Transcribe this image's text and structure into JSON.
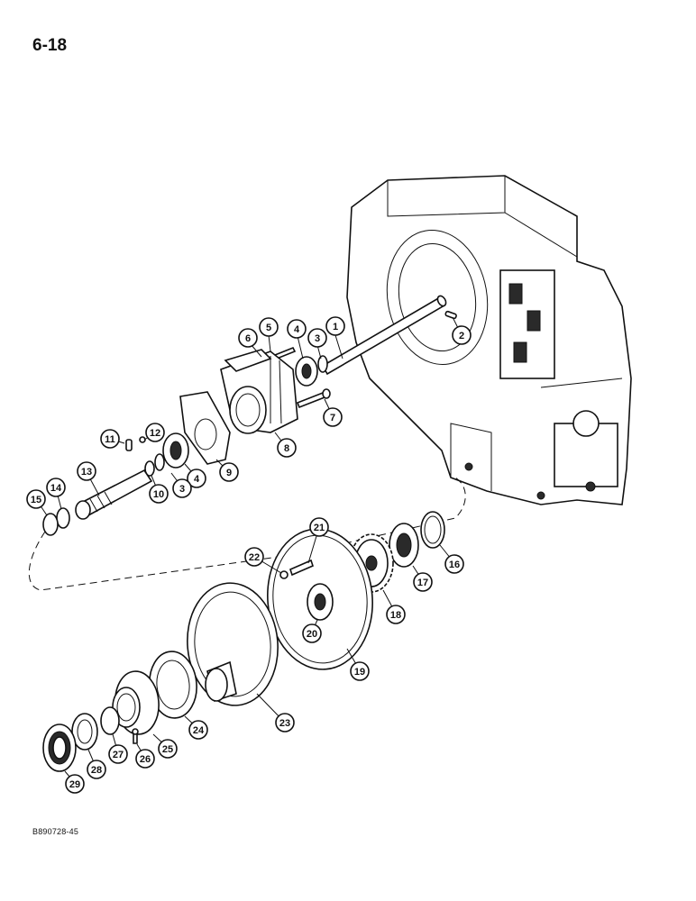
{
  "page_number": "6-18",
  "reference_code": "B890728-45",
  "callouts": [
    "1",
    "2",
    "3",
    "4",
    "5",
    "6",
    "7",
    "8",
    "9",
    "10",
    "11",
    "12",
    "13",
    "14",
    "15",
    "16",
    "17",
    "18",
    "19",
    "20",
    "21",
    "22",
    "23",
    "24",
    "25",
    "26",
    "27",
    "28",
    "29"
  ]
}
